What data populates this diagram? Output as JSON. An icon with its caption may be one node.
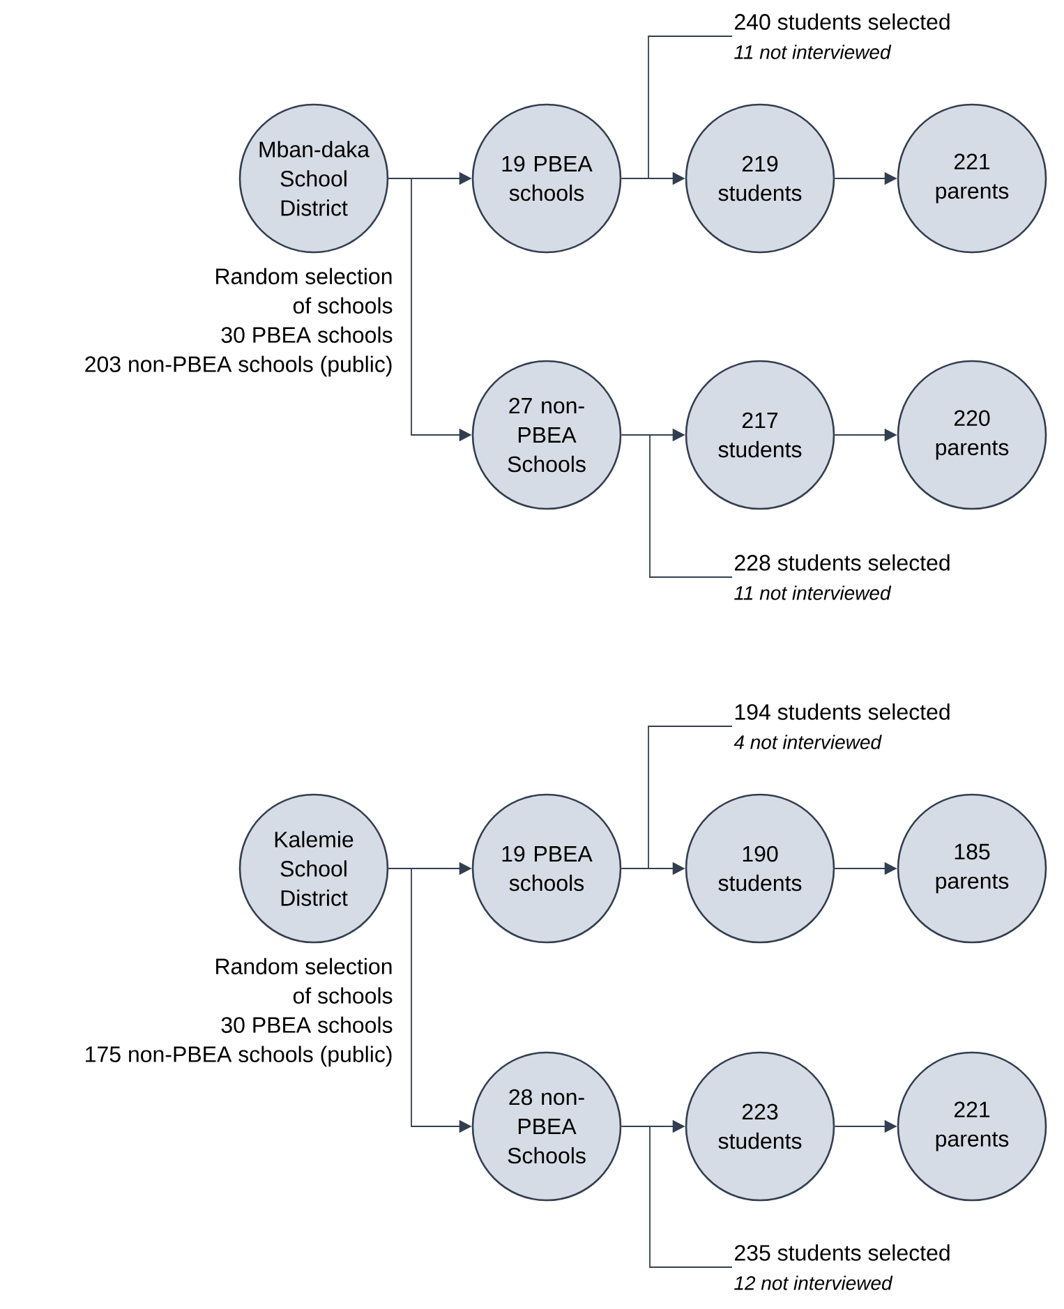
{
  "diagram": {
    "nodes": [
      {
        "text": [
          "240 students selected",
          "11 not interviewed"
        ]
      },
      {
        "text": [
          "Mban-daka School District"
        ]
      },
      {
        "text": [
          "19 PBEA schools"
        ]
      },
      {
        "text": [
          "219 students"
        ]
      },
      {
        "text": [
          "221 parents"
        ]
      },
      {
        "text": [
          "27 non-PBEA Schools"
        ]
      },
      {
        "text": [
          "217 students"
        ]
      },
      {
        "text": [
          "220 parents"
        ]
      },
      {
        "text": [
          "228 students selected",
          "11 not interviewed"
        ]
      },
      {
        "text": [
          "194 students selected",
          "4 not interviewed"
        ]
      },
      {
        "text": [
          "Kalemie School District"
        ]
      },
      {
        "text": [
          "19 PBEA schools"
        ]
      },
      {
        "text": [
          "190 students"
        ]
      },
      {
        "text": [
          "185 parents"
        ]
      },
      {
        "text": [
          "28 non-PBEA Schools"
        ]
      },
      {
        "text": [
          "223 students"
        ]
      },
      {
        "text": [
          "221 parents"
        ]
      },
      {
        "text": [
          "235 students selected",
          "12 not interviewed"
        ]
      }
    ],
    "edges": [
      {
        "from": 1,
        "to": 2,
        "arrow": "to"
      },
      {
        "from": 1,
        "to": 5,
        "arrow": "to"
      },
      {
        "from": 2,
        "to": 3,
        "arrow": "to"
      },
      {
        "from": 3,
        "to": 4,
        "arrow": "to"
      },
      {
        "from": 5,
        "to": 6,
        "arrow": "to"
      },
      {
        "from": 6,
        "to": 7,
        "arrow": "to"
      },
      {
        "from": 0,
        "to": null,
        "arrow": "none"
      },
      {
        "from": 8,
        "to": null,
        "arrow": "none"
      },
      {
        "from": 10,
        "to": 11,
        "arrow": "to"
      },
      {
        "from": 10,
        "to": 14,
        "arrow": "to"
      },
      {
        "from": 11,
        "to": 12,
        "arrow": "to"
      },
      {
        "from": 12,
        "to": 13,
        "arrow": "to"
      },
      {
        "from": 14,
        "to": 15,
        "arrow": "to"
      },
      {
        "from": 15,
        "to": 16,
        "arrow": "to"
      },
      {
        "from": 9,
        "to": null,
        "arrow": "none"
      },
      {
        "from": 17,
        "to": null,
        "arrow": "none"
      }
    ],
    "labels": [
      "Random selection of schools",
      "30 PBEA schools",
      "203 non-PBEA schools (public)",
      "Random selection of schools",
      "30 PBEA schools",
      "175 non-PBEA schools (public)"
    ]
  }
}
